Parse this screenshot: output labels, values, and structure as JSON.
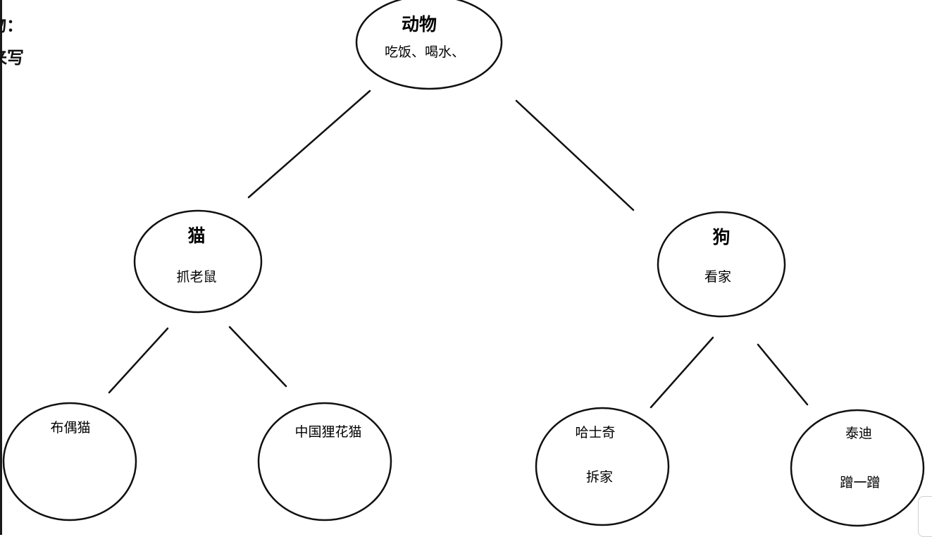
{
  "left_fragment": {
    "line1": "物：",
    "line2": "来写"
  },
  "nodes": {
    "root": {
      "title": "动物",
      "text": "吃饭、喝水、"
    },
    "cat": {
      "title": "猫",
      "text": "抓老鼠"
    },
    "dog": {
      "title": "狗",
      "text": "看家"
    },
    "ragdoll": {
      "text": "布偶猫"
    },
    "lihua": {
      "text": "中国狸花猫"
    },
    "husky": {
      "text": "哈士奇",
      "text2": "拆家"
    },
    "teddy": {
      "text": "泰迪",
      "text2": "蹭一蹭"
    }
  }
}
